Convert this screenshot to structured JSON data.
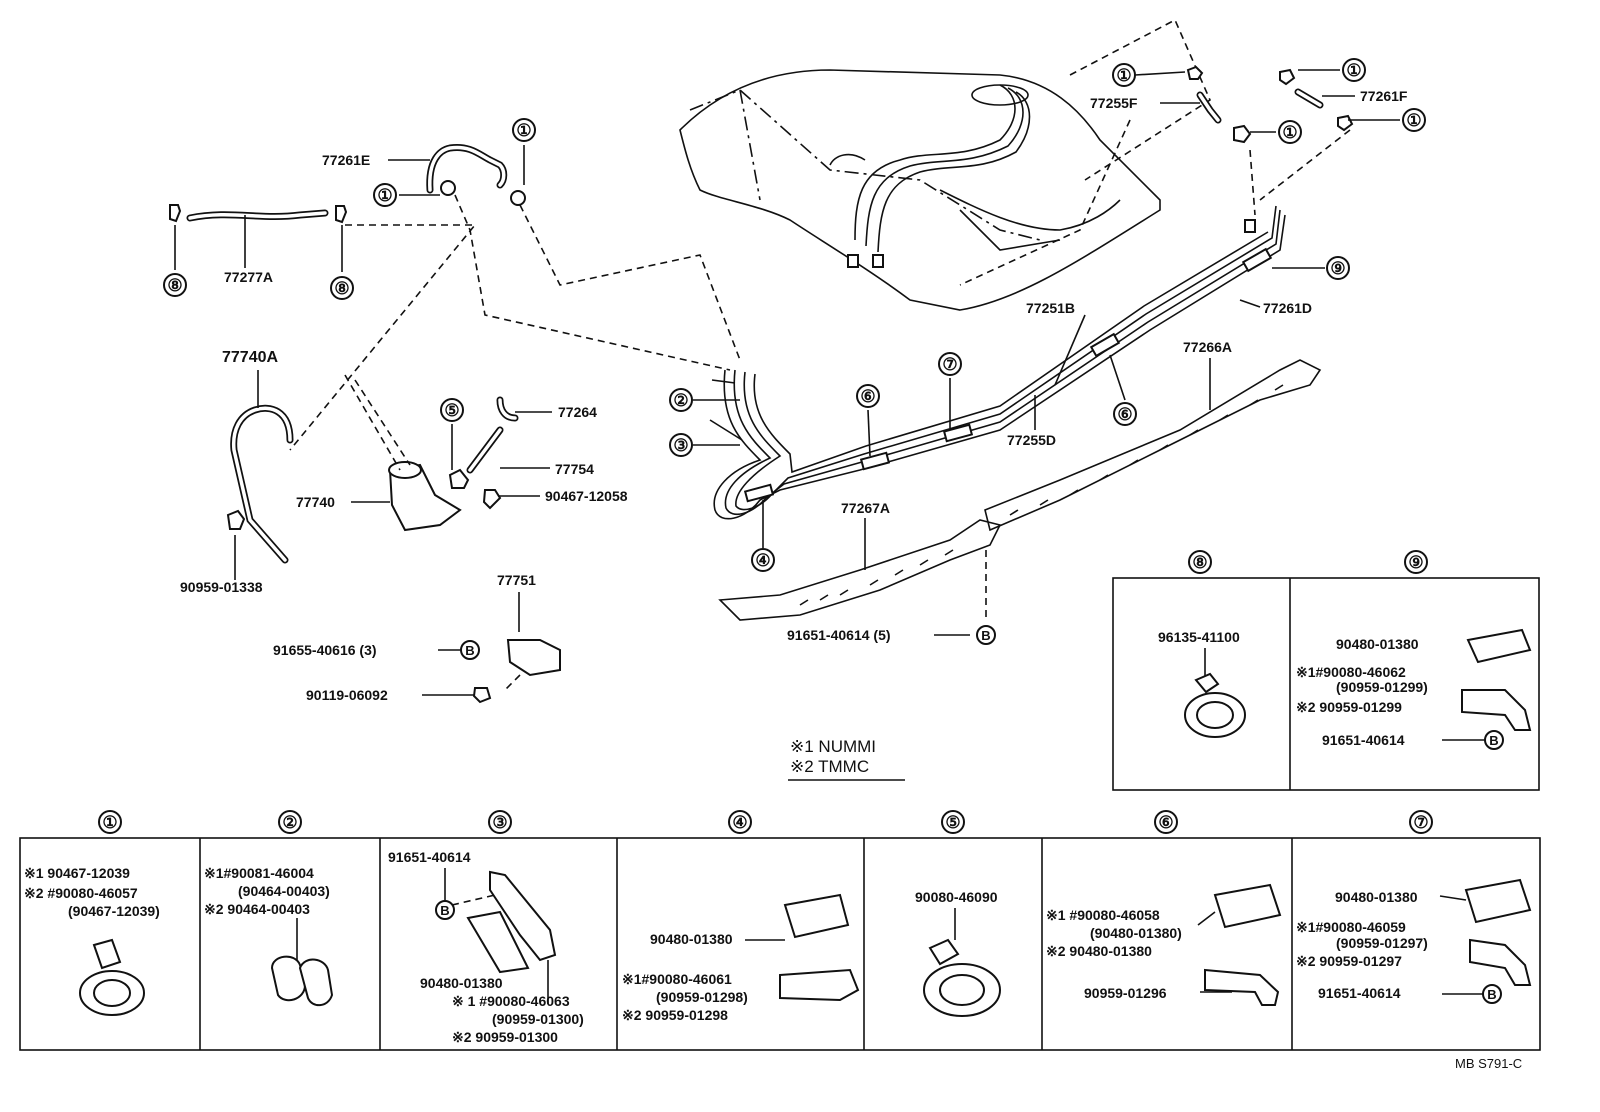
{
  "labels": {
    "p77261E": "77261E",
    "p77277A": "77277A",
    "p77740A": "77740A",
    "p90959_01338": "90959-01338",
    "p77740": "77740",
    "p77264": "77264",
    "p77754": "77754",
    "p90467_12058": "90467-12058",
    "p77751": "77751",
    "p91655_40616": "91655-40616 (3)",
    "p90119_06092": "90119-06092",
    "p77255F": "77255F",
    "p77261F": "77261F",
    "p77251B": "77251B",
    "p77261D": "77261D",
    "p77266A": "77266A",
    "p77255D": "77255D",
    "p77267A": "77267A",
    "p91651_40614_5": "91651-40614 (5)"
  },
  "callouts": {
    "c1": "①",
    "c2": "②",
    "c3": "③",
    "c4": "④",
    "c5": "⑤",
    "c6": "⑥",
    "c7": "⑦",
    "c8": "⑧",
    "c9": "⑨",
    "b": "B"
  },
  "legend": {
    "n1": "※1 NUMMI",
    "n2": "※2 TMMC"
  },
  "box8": {
    "title": "⑧",
    "part": "96135-41100"
  },
  "box9": {
    "title": "⑨",
    "l1": "90480-01380",
    "l2": "※1#90080-46062",
    "l3": "(90959-01299)",
    "l4": "※2    90959-01299",
    "l5": "91651-40614"
  },
  "detail1": {
    "title": "①",
    "l1": "※1     90467-12039",
    "l2": "※2 #90080-46057",
    "l3": "(90467-12039)"
  },
  "detail2": {
    "title": "②",
    "l1": "※1#90081-46004",
    "l2": "(90464-00403)",
    "l3": "※2   90464-00403"
  },
  "detail3": {
    "title": "③",
    "l1": "91651-40614",
    "l2": "90480-01380",
    "l3": "※ 1 #90080-46063",
    "l4": "(90959-01300)",
    "l5": "※2     90959-01300"
  },
  "detail4": {
    "title": "④",
    "l1": "90480-01380",
    "l2": "※1#90080-46061",
    "l3": "(90959-01298)",
    "l4": "※2    90959-01298"
  },
  "detail5": {
    "title": "⑤",
    "l1": "90080-46090"
  },
  "detail6": {
    "title": "⑥",
    "l1": "※1 #90080-46058",
    "l2": "(90480-01380)",
    "l3": "※2    90480-01380",
    "l4": "90959-01296"
  },
  "detail7": {
    "title": "⑦",
    "l1": "90480-01380",
    "l2": "※1#90080-46059",
    "l3": "(90959-01297)",
    "l4": "※2    90959-01297",
    "l5": "91651-40614"
  },
  "footer": "MB  S791-C"
}
